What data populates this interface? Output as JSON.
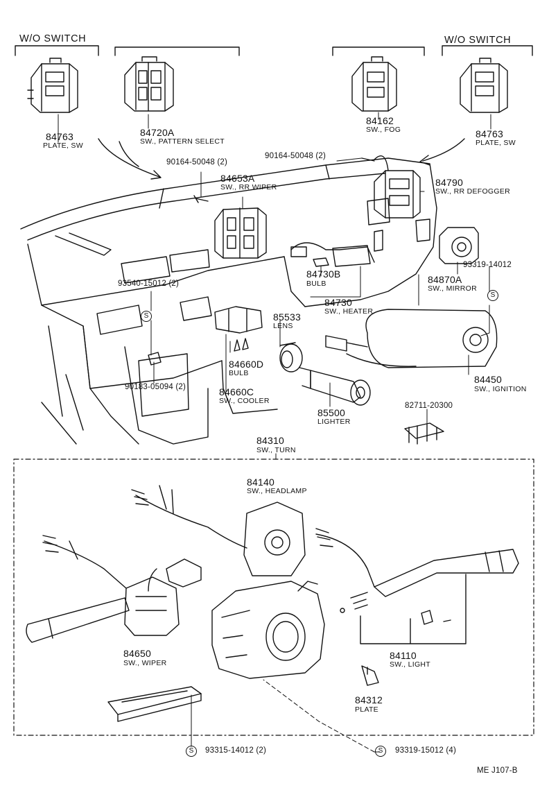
{
  "headers": {
    "wo_switch_left": "W/O SWITCH",
    "wo_switch_right": "W/O SWITCH"
  },
  "parts": {
    "p84763_left": {
      "number": "84763",
      "name": "PLATE, SW"
    },
    "p84720A": {
      "number": "84720A",
      "name": "SW., PATTERN SELECT"
    },
    "p84162": {
      "number": "84162",
      "name": "SW., FOG"
    },
    "p84763_right": {
      "number": "84763",
      "name": "PLATE, SW"
    },
    "p84653A": {
      "number": "84653A",
      "name": "SW., RR WIPER"
    },
    "p84790": {
      "number": "84790",
      "name": "SW., RR DEFOGGER"
    },
    "p84870A": {
      "number": "84870A",
      "name": "SW., MIRROR"
    },
    "p84730B": {
      "number": "84730B",
      "name": "BULB"
    },
    "p84730": {
      "number": "84730",
      "name": "SW., HEATER"
    },
    "p85533": {
      "number": "85533",
      "name": "LENS"
    },
    "p84660D": {
      "number": "84660D",
      "name": "BULB"
    },
    "p84660C": {
      "number": "84660C",
      "name": "SW., COOLER"
    },
    "p85500": {
      "number": "85500",
      "name": "LIGHTER"
    },
    "p84450": {
      "number": "84450",
      "name": "SW., IGNITION"
    },
    "p84310": {
      "number": "84310",
      "name": "SW., TURN"
    },
    "p84140": {
      "number": "84140",
      "name": "SW., HEADLAMP"
    },
    "p84650": {
      "number": "84650",
      "name": "SW., WIPER"
    },
    "p84110": {
      "number": "84110",
      "name": "SW., LIGHT"
    },
    "p84312": {
      "number": "84312",
      "name": "PLATE"
    }
  },
  "callouts": {
    "c90164_left": "90164-50048 (2)",
    "c90164_right": "90164-50048 (2)",
    "c93540": "93540-15012 (2)",
    "c90183": "90183-05094 (2)",
    "c93319_14012": "93319-14012",
    "c82711": "82711-20300",
    "c93315": "93315-14012 (2)",
    "c93319_15012": "93319-15012 (4)"
  },
  "s_symbol": "S",
  "footer": {
    "code": "ME  J107-B"
  }
}
